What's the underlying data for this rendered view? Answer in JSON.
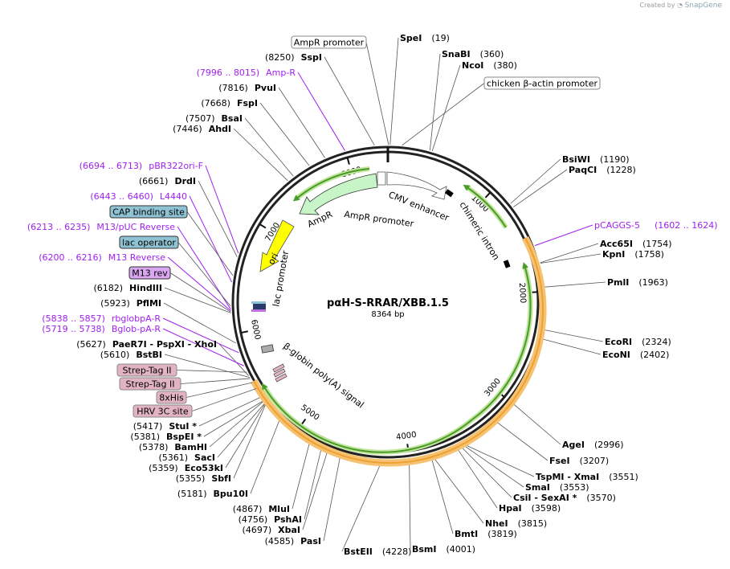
{
  "credit": {
    "created_by": "Created by",
    "brand": "SnapGene"
  },
  "plasmid": {
    "name": "pαH-S-RRAR/XBB.1.5",
    "size": "8364 bp"
  },
  "ticks": [
    "1000",
    "2000",
    "3000",
    "4000",
    "5000",
    "6000",
    "7000",
    "8000"
  ],
  "features": {
    "ampr_inner": "AmpR",
    "ampr_promoter_inner": "AmpR promoter",
    "cmv": "CMV enhancer",
    "intron": "chimeric intron",
    "ori": "ori",
    "lac": "lac promoter",
    "bglobin": "β-globin poly(A) signal"
  },
  "right_sites": [
    {
      "name": "SpeI",
      "pos": "(19)"
    },
    {
      "name": "SnaBI",
      "pos": "(360)"
    },
    {
      "name": "NcoI",
      "pos": "(380)"
    },
    {
      "name": "BsiWI",
      "pos": "(1190)"
    },
    {
      "name": "PaqCI",
      "pos": "(1228)"
    },
    {
      "name": "Acc65I",
      "pos": "(1754)"
    },
    {
      "name": "KpnI",
      "pos": "(1758)"
    },
    {
      "name": "PmlI",
      "pos": "(1963)"
    },
    {
      "name": "EcoRI",
      "pos": "(2324)"
    },
    {
      "name": "EcoNI",
      "pos": "(2402)"
    },
    {
      "name": "AgeI",
      "pos": "(2996)"
    },
    {
      "name": "FseI",
      "pos": "(3207)"
    },
    {
      "name": "TspMI  -  XmaI",
      "pos": "(3551)"
    },
    {
      "name": "SmaI",
      "pos": "(3553)"
    },
    {
      "name": "CsiI  -  SexAI *",
      "pos": "(3570)"
    },
    {
      "name": "HpaI",
      "pos": "(3598)"
    },
    {
      "name": "NheI",
      "pos": "(3815)"
    },
    {
      "name": "BmtI",
      "pos": "(3819)"
    },
    {
      "name": "BsmI",
      "pos": "(4001)"
    },
    {
      "name": "BstEII",
      "pos": "(4228)"
    }
  ],
  "left_sites": [
    {
      "name": "SspI",
      "pos": "(8250)"
    },
    {
      "name": "PvuI",
      "pos": "(7816)"
    },
    {
      "name": "FspI",
      "pos": "(7668)"
    },
    {
      "name": "BsaI",
      "pos": "(7507)"
    },
    {
      "name": "AhdI",
      "pos": "(7446)"
    },
    {
      "name": "DrdI",
      "pos": "(6661)"
    },
    {
      "name": "HindIII",
      "pos": "(6182)"
    },
    {
      "name": "PflMI",
      "pos": "(5923)"
    },
    {
      "name": "PaeR7I  -  PspXI  -  XhoI",
      "pos": "(5627)"
    },
    {
      "name": "BstBI",
      "pos": "(5610)"
    },
    {
      "name": "StuI *",
      "pos": "(5417)"
    },
    {
      "name": "BspEI *",
      "pos": "(5381)"
    },
    {
      "name": "BamHI",
      "pos": "(5378)"
    },
    {
      "name": "SacI",
      "pos": "(5361)"
    },
    {
      "name": "Eco53kI",
      "pos": "(5359)"
    },
    {
      "name": "SbfI",
      "pos": "(5355)"
    },
    {
      "name": "Bpu10I",
      "pos": "(5181)"
    },
    {
      "name": "MluI",
      "pos": "(4867)"
    },
    {
      "name": "PshAI",
      "pos": "(4756)"
    },
    {
      "name": "XbaI",
      "pos": "(4697)"
    },
    {
      "name": "PasI",
      "pos": "(4585)"
    }
  ],
  "primers": [
    {
      "range": "(7996 .. 8015)",
      "name": "Amp-R"
    },
    {
      "range": "(6694 .. 6713)",
      "name": "pBR322ori-F"
    },
    {
      "range": "(6443 .. 6460)",
      "name": "L4440"
    },
    {
      "range": "(6213 .. 6235)",
      "name": "M13/pUC Reverse"
    },
    {
      "range": "(6200 .. 6216)",
      "name": "M13 Reverse"
    },
    {
      "range": "(5838 .. 5857)",
      "name": "rbglobpA-R"
    },
    {
      "range": "(5719 .. 5738)",
      "name": "Bglob-pA-R"
    },
    {
      "range": "(1602 .. 1624)",
      "name": "pCAGGS-5"
    }
  ],
  "boxes": [
    {
      "label": "AmpR promoter",
      "fill": "#ffffff",
      "stroke": "#888888"
    },
    {
      "label": "chicken β-actin promoter",
      "fill": "#ffffff",
      "stroke": "#888888"
    },
    {
      "label": "CAP binding site",
      "fill": "#8fc3d4",
      "stroke": "#333333"
    },
    {
      "label": "lac operator",
      "fill": "#8fc3d4",
      "stroke": "#333333"
    },
    {
      "label": "M13 rev",
      "fill": "#d9a6f0",
      "stroke": "#333333"
    },
    {
      "label": "Strep-Tag II",
      "fill": "#e2b4c3",
      "stroke": "#888888"
    },
    {
      "label": "Strep-Tag II",
      "fill": "#e2b4c3",
      "stroke": "#888888"
    },
    {
      "label": "8xHis",
      "fill": "#e2b4c3",
      "stroke": "#888888"
    },
    {
      "label": "HRV 3C site",
      "fill": "#e2b4c3",
      "stroke": "#888888"
    }
  ],
  "colors": {
    "backbone": "#222222",
    "primer": "#a020f0",
    "cds_green": "#4a9a2a",
    "orf_orange": "#f0a030",
    "ampr_fill": "#c8f5c8",
    "ori_fill": "#ffff00"
  }
}
